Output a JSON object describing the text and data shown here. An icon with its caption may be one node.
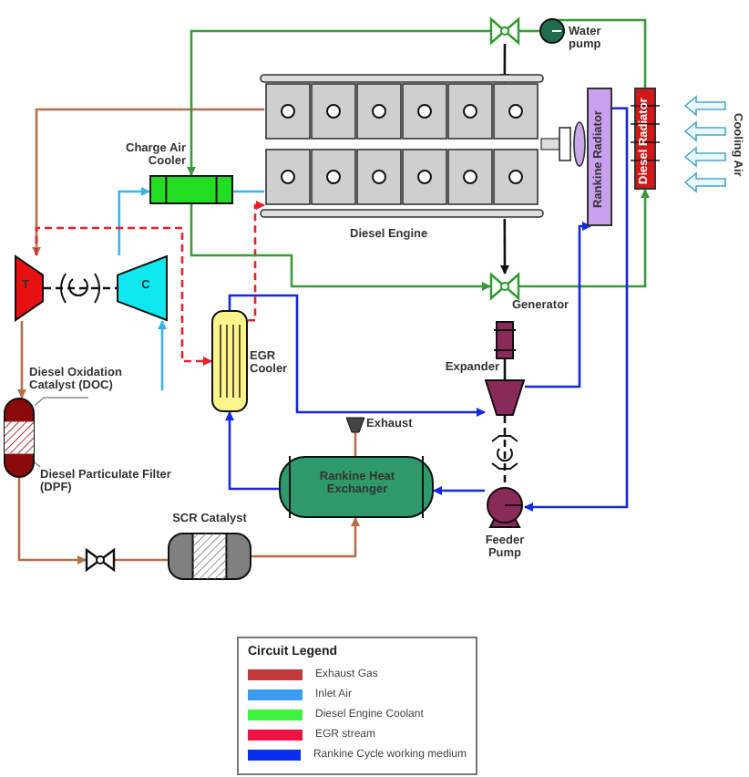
{
  "diagram": {
    "nodes": [
      {
        "text": [
          "Charge Air Cooler"
        ]
      },
      {
        "text": [
          "Diesel Engine"
        ]
      },
      {
        "text": [
          "Water pump"
        ]
      },
      {
        "text": [],
        "shape": "valve"
      },
      {
        "text": [],
        "shape": "valve"
      },
      {
        "text": [
          "T"
        ]
      },
      {
        "text": [
          "C"
        ]
      },
      {
        "text": [
          "EGR Cooler"
        ]
      },
      {
        "text": [
          "Rankine Radiator"
        ]
      },
      {
        "text": [
          "Diesel Radiator"
        ]
      },
      {
        "text": [],
        "shape": "cylinder"
      },
      {
        "text": [
          "Diesel Oxidation Catalyst (DOC)"
        ]
      },
      {
        "text": [
          "Diesel Particulate Filter (DPF)"
        ]
      },
      {
        "text": [
          "Generator"
        ]
      },
      {
        "text": [
          "Expander"
        ]
      },
      {
        "text": [
          "Exhaust"
        ]
      },
      {
        "text": [
          "Rankine Heat Exchanger"
        ]
      },
      {
        "text": [
          "Feeder Pump"
        ]
      },
      {
        "text": [],
        "shape": "valve"
      },
      {
        "text": [
          "SCR Catalyst"
        ]
      }
    ],
    "edges": [
      {
        "from": 1,
        "to": 5,
        "arrow": "to",
        "color": "#b5704a"
      },
      {
        "from": 5,
        "to": 10,
        "arrow": "to",
        "color": "#b5704a"
      },
      {
        "from": 10,
        "to": 18,
        "arrow": "to",
        "color": "#b5704a"
      },
      {
        "from": 18,
        "to": 19,
        "arrow": "none",
        "color": "#b5704a"
      },
      {
        "from": 19,
        "to": 16,
        "arrow": "to",
        "color": "#b5704a"
      },
      {
        "from": 16,
        "to": 15,
        "arrow": "none",
        "color": "#b5704a"
      },
      {
        "from": null,
        "to": 6,
        "arrow": "to",
        "color": "#3ab4e8"
      },
      {
        "from": 6,
        "to": 0,
        "arrow": "to",
        "color": "#3ab4e8"
      },
      {
        "from": 0,
        "to": 1,
        "arrow": "none",
        "color": "#3ab4e8"
      },
      {
        "from": 5,
        "to": 7,
        "arrow": "to",
        "style": "dashed",
        "color": "#e8202a"
      },
      {
        "from": 7,
        "to": 1,
        "arrow": "to",
        "style": "dashed",
        "color": "#e8202a"
      },
      {
        "from": 2,
        "to": 3,
        "arrow": "none",
        "color": "#3a9a3a"
      },
      {
        "from": 3,
        "to": 1,
        "arrow": "to",
        "color": "#111111"
      },
      {
        "from": 3,
        "to": 0,
        "arrow": "to",
        "color": "#3a9a3a"
      },
      {
        "from": 0,
        "to": 4,
        "arrow": "to",
        "color": "#3a9a3a"
      },
      {
        "from": 1,
        "to": 4,
        "arrow": "to",
        "color": "#111111"
      },
      {
        "from": 4,
        "to": 9,
        "arrow": "to",
        "color": "#3a9a3a"
      },
      {
        "from": 9,
        "to": 2,
        "arrow": "none",
        "color": "#3a9a3a"
      },
      {
        "from": 17,
        "to": 16,
        "arrow": "to",
        "color": "#1428e0"
      },
      {
        "from": 16,
        "to": 7,
        "arrow": "to",
        "color": "#1428e0"
      },
      {
        "from": 7,
        "to": 14,
        "arrow": "to",
        "color": "#1428e0"
      },
      {
        "from": 14,
        "to": 8,
        "arrow": "to",
        "color": "#1428e0"
      },
      {
        "from": 8,
        "to": 17,
        "arrow": "to",
        "color": "#1428e0"
      },
      {
        "from": 5,
        "to": 6,
        "arrow": "none",
        "style": "dashed",
        "color": "#111111"
      },
      {
        "from": 13,
        "to": 14,
        "arrow": "none",
        "color": "#111111"
      },
      {
        "from": 14,
        "to": 17,
        "arrow": "none",
        "style": "dashed",
        "color": "#111111"
      },
      {
        "from": 11,
        "to": 10,
        "arrow": "none",
        "color": "#888888"
      },
      {
        "from": 12,
        "to": 10,
        "arrow": "none",
        "color": "#888888"
      }
    ],
    "labels": [
      "Cooling Air",
      "Circuit Legend"
    ],
    "legend": [
      {
        "text": "Exhaust Gas",
        "color": "#c0393b"
      },
      {
        "text": "Inlet Air",
        "color": "#3a9bef"
      },
      {
        "text": "Diesel Engine Coolant",
        "color": "#3ef23e"
      },
      {
        "text": "EGR stream",
        "color": "#ee1144"
      },
      {
        "text": "Rankine Cycle working medium",
        "color": "#0a2ef0"
      }
    ]
  }
}
